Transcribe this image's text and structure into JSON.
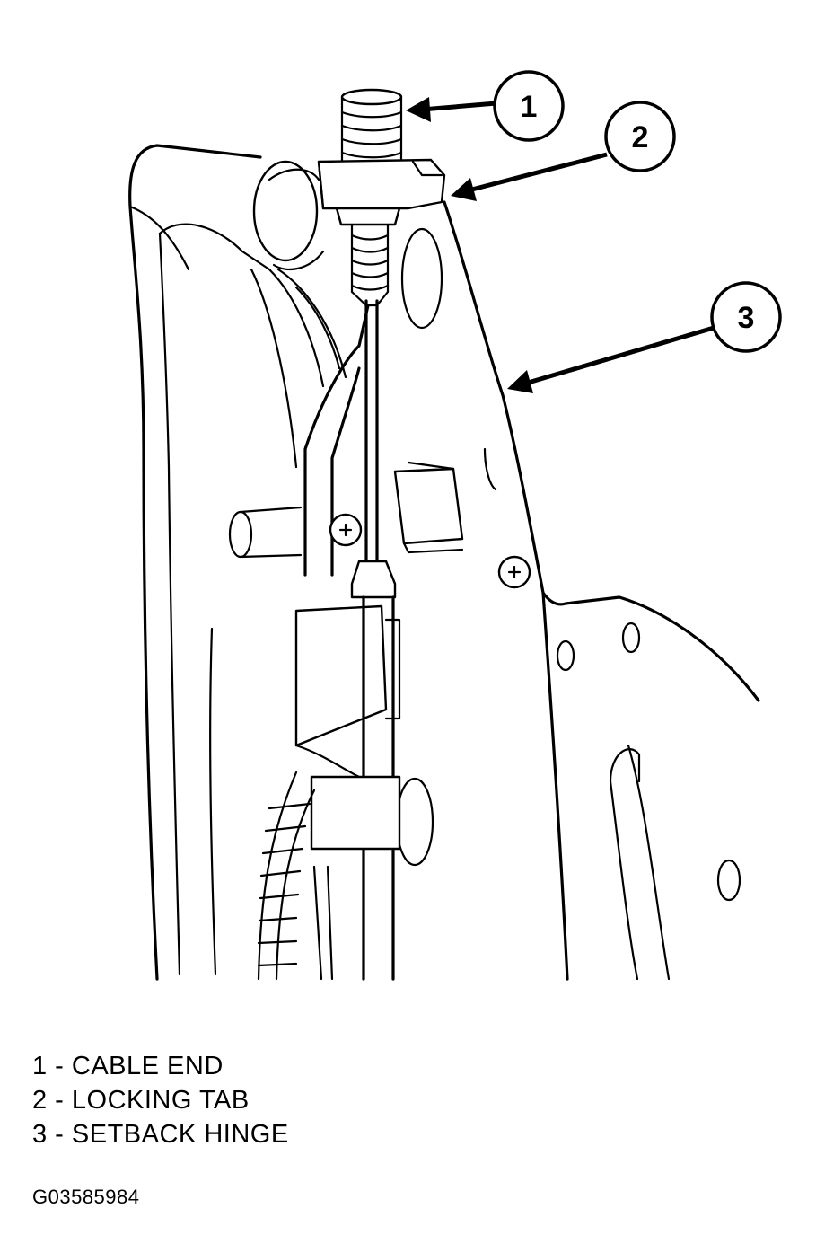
{
  "callouts": [
    {
      "number": "1"
    },
    {
      "number": "2"
    },
    {
      "number": "3"
    }
  ],
  "legend": [
    {
      "text": "1 - CABLE END"
    },
    {
      "text": "2 - LOCKING TAB"
    },
    {
      "text": "3 - SETBACK HINGE"
    }
  ],
  "figure_id": "G03585984"
}
